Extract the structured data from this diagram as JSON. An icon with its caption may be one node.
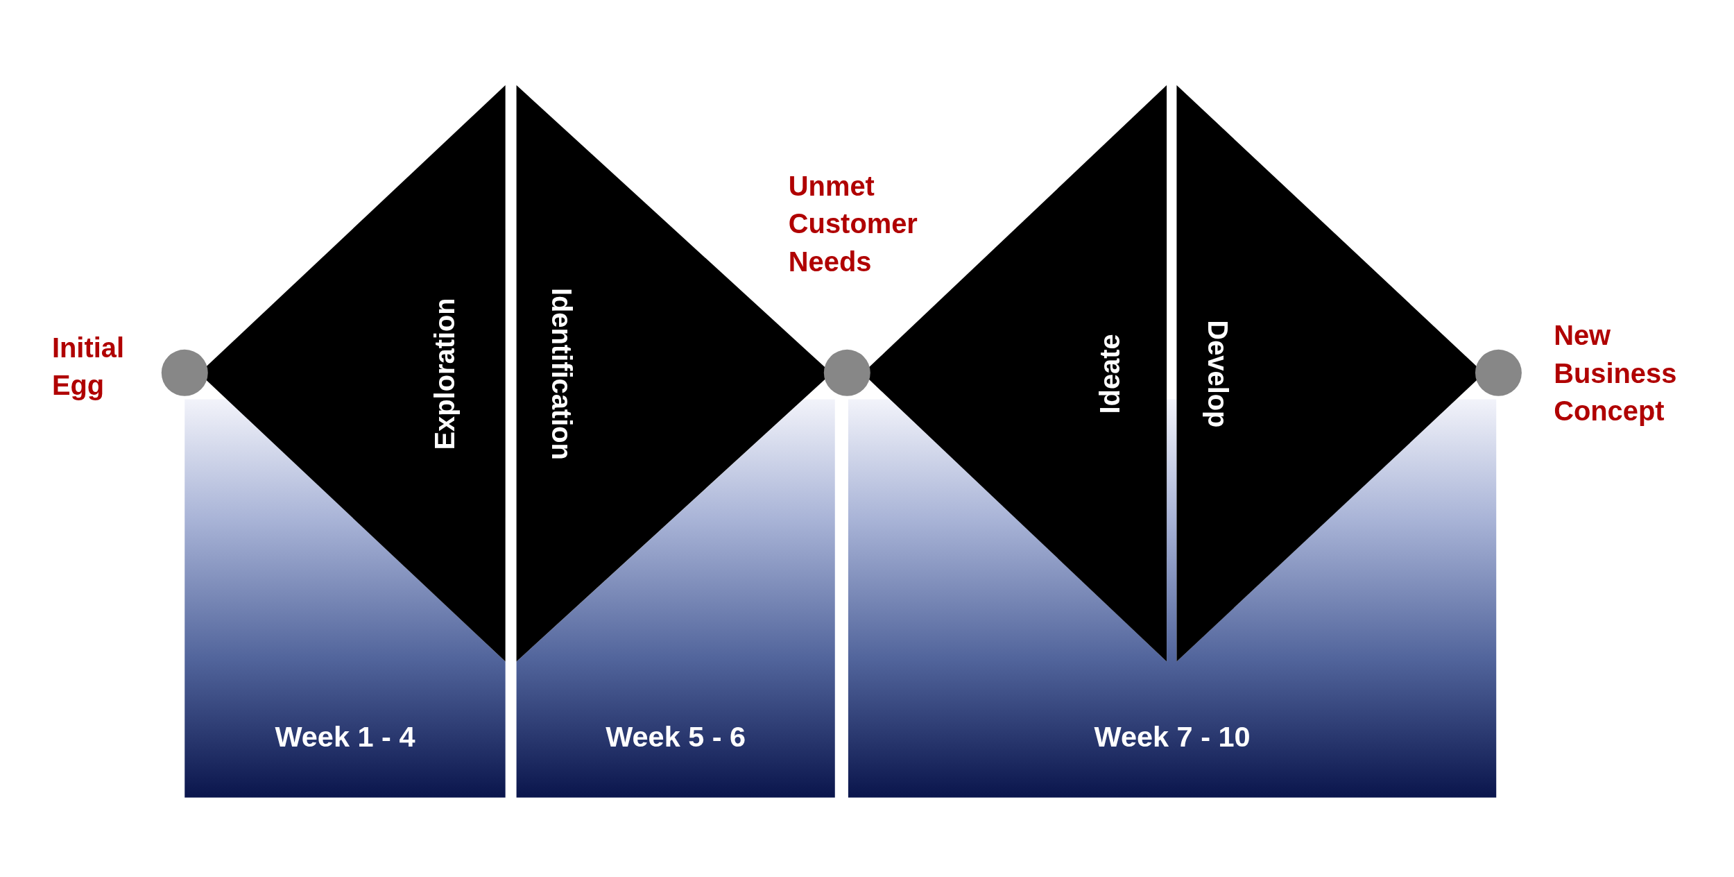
{
  "diagram": {
    "nodes": [
      {
        "text": [],
        "shape": "circle",
        "beside": [
          "Initial Egg"
        ]
      },
      {
        "text": [
          "Exploration"
        ]
      },
      {
        "text": [
          "Identification"
        ]
      },
      {
        "text": [],
        "shape": "circle"
      },
      {
        "text": [
          "Ideate"
        ]
      },
      {
        "text": [
          "Develop"
        ]
      },
      {
        "text": [],
        "shape": "circle",
        "beside": [
          "New Business Concept"
        ]
      },
      {
        "text": [
          "Week 1 - 4"
        ]
      },
      {
        "text": [
          "Week 5 - 6"
        ]
      },
      {
        "text": [
          "Week 7 - 10"
        ]
      }
    ],
    "labels": [
      "Unmet Customer Needs"
    ]
  }
}
